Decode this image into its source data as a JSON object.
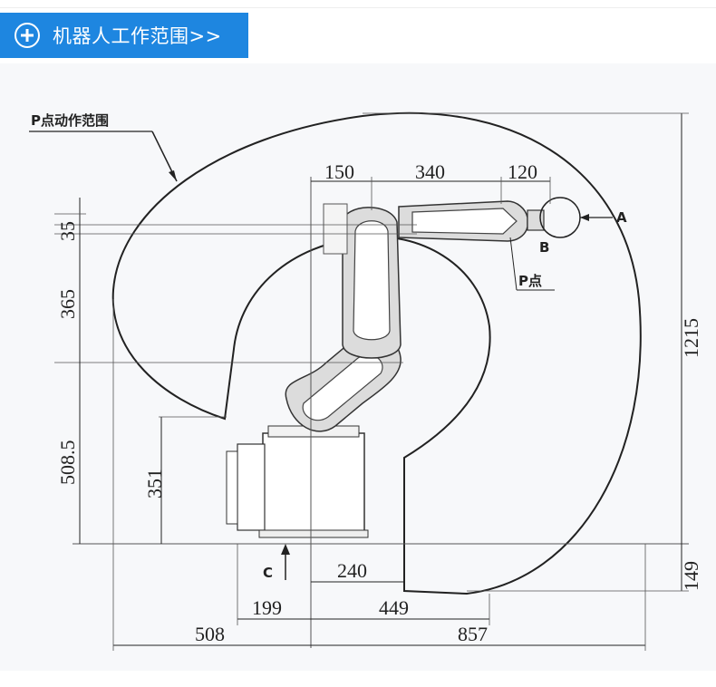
{
  "header": {
    "title": "机器人工作范围>>",
    "accent_color": "#1e86e0",
    "icon": "plus-circle-icon"
  },
  "diagram": {
    "labels": {
      "p_range": "P点动作范围",
      "p_point": "P点",
      "a": "A",
      "b": "B",
      "c": "C"
    },
    "dimensions": {
      "top_150": "150",
      "top_340": "340",
      "top_120": "120",
      "left_35": "35",
      "left_365": "365",
      "left_508_5": "508.5",
      "left_351": "351",
      "right_1215": "1215",
      "right_149": "149",
      "bottom_240": "240",
      "bottom_199": "199",
      "bottom_449": "449",
      "bottom_508": "508",
      "bottom_857": "857"
    }
  }
}
